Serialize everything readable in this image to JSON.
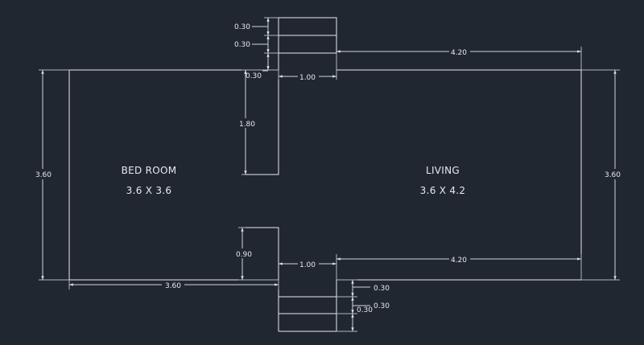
{
  "rooms": {
    "bedroom": {
      "name": "BED ROOM",
      "size": "3.6 X 3.6"
    },
    "living": {
      "name": "LIVING",
      "size": "3.6 X 4.2"
    }
  },
  "dimensions": {
    "bed_height": "3.60",
    "bed_width": "3.60",
    "living_height": "3.60",
    "living_top_width": "4.20",
    "living_bottom_width": "4.20",
    "top_door_width": "1.00",
    "bottom_door_width": "1.00",
    "partition_top": "1.80",
    "partition_bottom": "0.90",
    "top_step_1": "0.30",
    "top_step_2": "0.30",
    "top_step_3": "0.30",
    "bottom_step_1": "0.30",
    "bottom_step_2": "0.30"
  },
  "colors": {
    "background": "#212730",
    "lines": "#e6e9ee"
  }
}
